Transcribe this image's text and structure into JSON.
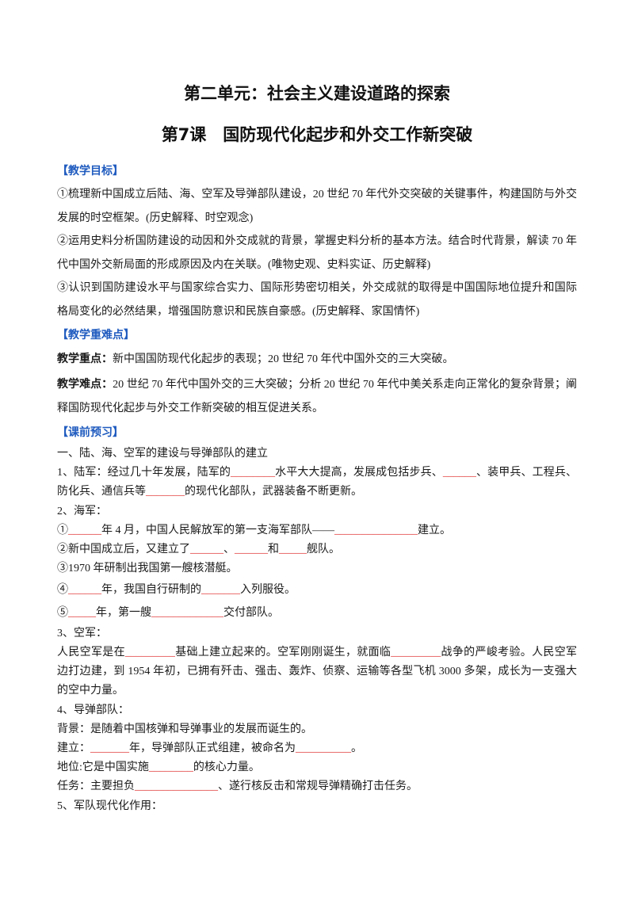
{
  "colors": {
    "text": "#1a1a1a",
    "section_heading": "#1f5bbf",
    "blank": "#e02b2b"
  },
  "unit_title": "第二单元：社会主义建设道路的探索",
  "lesson_title": "第7课　国防现代化起步和外交工作新突破",
  "objectives": {
    "heading": "【教学目标】",
    "items": [
      "①梳理新中国成立后陆、海、空军及导弹部队建设，20 世纪 70 年代外交突破的关键事件，构建国防与外交发展的时空框架。(历史解释、时空观念)",
      "②运用史料分析国防建设的动因和外交成就的背景，掌握史料分析的基本方法。结合时代背景，解读 70 年代中国外交新局面的形成原因及内在关联。(唯物史观、史料实证、历史解释)",
      "③认识到国防建设水平与国家综合实力、国际形势密切相关，外交成就的取得是中国国际地位提升和国际格局变化的必然结果，增强国防意识和民族自豪感。(历史解释、家国情怀)"
    ]
  },
  "key_points": {
    "heading": "【教学重难点】",
    "focus_label": "教学重点：",
    "focus_text": "新中国国防现代化起步的表现；20 世纪 70 年代中国外交的三大突破。",
    "difficulty_label": "教学难点：",
    "difficulty_text": "20 世纪 70 年代中国外交的三大突破；分析 20 世纪 70 年代中美关系走向正常化的复杂背景；阐释国防现代化起步与外交工作新突破的相互促进关系。"
  },
  "preview": {
    "heading": "【课前预习】",
    "lines": [
      [
        "一、陆、海、空军的建设与导弹部队的建立"
      ],
      [
        "1、陆军：经过几十年发展，陆军的",
        {
          "blank": "________"
        },
        "水平大大提高，发展成包括步兵、",
        {
          "blank": "______"
        },
        "、装甲兵、工程兵、防化兵、通信兵等",
        {
          "blank": "_______"
        },
        "的现代化部队，武器装备不断更新。"
      ],
      [
        "2、海军："
      ],
      [
        "①",
        {
          "blank": "______"
        },
        "年 4 月，中国人民解放军的第一支海军部队——",
        {
          "blank": "_______________"
        },
        "建立。"
      ],
      [
        "②新中国成立后，又建立了",
        {
          "blank": "______"
        },
        "、",
        {
          "blank": "______"
        },
        "和",
        {
          "blank": "_____"
        },
        "舰队。"
      ],
      [
        "③1970 年研制出我国第一艘核潜艇。"
      ],
      [
        "④",
        {
          "blank": "______"
        },
        "年，我国自行研制的",
        {
          "blank": "_______"
        },
        "入列服役。"
      ],
      [
        "⑤",
        {
          "blank": "_____"
        },
        "年，第一艘",
        {
          "blank": "_____________"
        },
        "交付部队。"
      ],
      [
        "3、空军："
      ],
      [
        "人民空军是在",
        {
          "blank": "_________"
        },
        "基础上建立起来的。空军刚刚诞生，就面临",
        {
          "blank": "_________"
        },
        "战争的严峻考验。人民空军边打边建，到 1954 年初，已拥有歼击、强击、轰炸、侦察、运输等各型飞机 3000 多架，成长为一支强大的空中力量。"
      ],
      [
        "4、导弹部队："
      ],
      [
        "背景：是随着中国核弹和导弹事业的发展而诞生的。"
      ],
      [
        "建立：",
        {
          "blank": "_______"
        },
        "年，导弹部队正式组建，被命名为",
        {
          "blank": "__________"
        },
        "。"
      ],
      [
        "地位:它是中国实施",
        {
          "blank": "________"
        },
        "的核心力量。"
      ],
      [
        "任务：主要担负",
        {
          "blank": "_______________"
        },
        "、遂行核反击和常规导弹精确打击任务。"
      ],
      [
        "5、军队现代化作用："
      ]
    ]
  }
}
